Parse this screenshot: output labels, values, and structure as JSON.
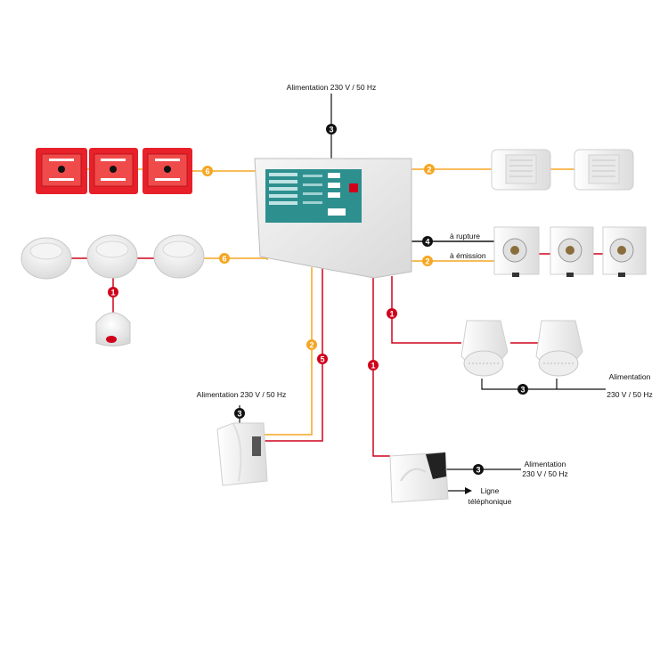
{
  "colors": {
    "orange": "#f5a623",
    "red": "#d0021b",
    "black": "#111111",
    "panel": "#ececec",
    "callpoint": "#e8202a",
    "screen": "#2e8f8f"
  },
  "labels": {
    "power_top": "Alimentation 230 V / 50 Hz",
    "power_left": "Alimentation 230 V / 50 Hz",
    "power_right_line1": "Alimentation",
    "power_right_line2": "230 V / 50 Hz",
    "power_bottom_line1": "Alimentation",
    "power_bottom_line2": "230 V / 50 Hz",
    "rupture": "à rupture",
    "emission": "à émission",
    "phone_line1": "Ligne",
    "phone_line2": "téléphonique"
  },
  "markers": {
    "power_top": "3",
    "callpoints": "6",
    "detectors": "6",
    "sirens": "2",
    "rupture": "4",
    "emission": "2",
    "indicator": "1",
    "left_orange": "2",
    "left_red": "5",
    "beacons": "1",
    "dialer": "1",
    "power_left": "3",
    "power_beacons": "3",
    "power_dialer": "3"
  }
}
